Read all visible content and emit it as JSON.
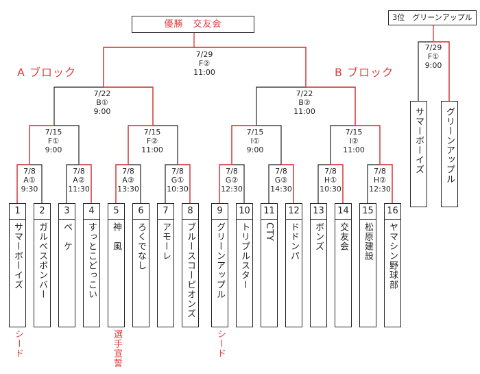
{
  "title": "優勝　交友会",
  "third_place": "3位　グリーンアップル",
  "blocks": {
    "a": "A ブロック",
    "b": "B ブロック"
  },
  "matches": {
    "final": [
      "7/29",
      "F②",
      "11:00"
    ],
    "third": [
      "7/29",
      "F①",
      "9:00"
    ],
    "sfA": [
      "7/22",
      "B①",
      "9:00"
    ],
    "sfB": [
      "7/22",
      "B②",
      "11:00"
    ],
    "qf1": [
      "7/15",
      "F①",
      "9:00"
    ],
    "qf2": [
      "7/15",
      "F②",
      "11:00"
    ],
    "qf3": [
      "7/15",
      "I①",
      "9:00"
    ],
    "qf4": [
      "7/15",
      "I②",
      "11:00"
    ],
    "r1": [
      "7/8",
      "A①",
      "9:30"
    ],
    "r2": [
      "7/8",
      "A②",
      "11:30"
    ],
    "r3": [
      "7/8",
      "A③",
      "13:30"
    ],
    "r4": [
      "7/8",
      "G①",
      "10:30"
    ],
    "r5": [
      "7/8",
      "G②",
      "12:30"
    ],
    "r6": [
      "7/8",
      "G③",
      "14:30"
    ],
    "r7": [
      "7/8",
      "H①",
      "10:30"
    ],
    "r8": [
      "7/8",
      "H②",
      "12:30"
    ]
  },
  "teams": [
    {
      "num": "1",
      "name": "サマーボーイズ"
    },
    {
      "num": "2",
      "name": "ガルベスボンバー"
    },
    {
      "num": "3",
      "name": "ペ　ケ"
    },
    {
      "num": "4",
      "name": "すっとこどっこい"
    },
    {
      "num": "5",
      "name": "神　風"
    },
    {
      "num": "6",
      "name": "ろくでなし"
    },
    {
      "num": "7",
      "name": "アモーレ"
    },
    {
      "num": "8",
      "name": "ブルースコーピオンズ"
    },
    {
      "num": "9",
      "name": "グリーンアップル"
    },
    {
      "num": "10",
      "name": "トリプルスター"
    },
    {
      "num": "11",
      "name": "CTY"
    },
    {
      "num": "12",
      "name": "ドドンパ"
    },
    {
      "num": "13",
      "name": "ボンズ"
    },
    {
      "num": "14",
      "name": "交友会"
    },
    {
      "num": "15",
      "name": "松原建設"
    },
    {
      "num": "16",
      "name": "ヤマシン野球部"
    }
  ],
  "third_teams": [
    "サマーボーイズ",
    "グリーンアップル"
  ],
  "notes": {
    "seed1": "シード",
    "oath": "選手宣誓",
    "seed9": "シード"
  },
  "colors": {
    "winner_line": "#e03c3c",
    "line": "#222222"
  }
}
